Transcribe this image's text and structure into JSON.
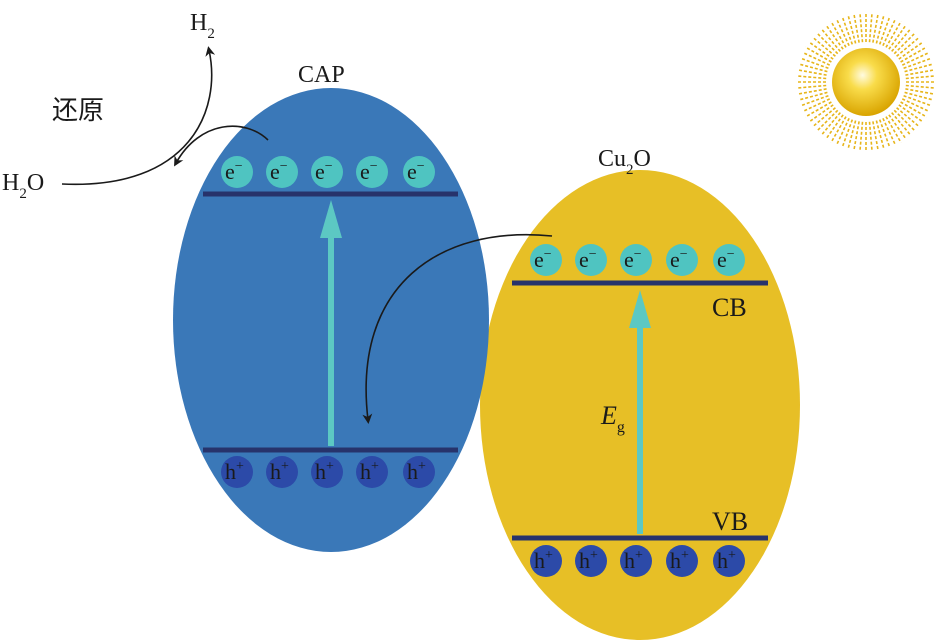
{
  "labels": {
    "h2_main": "H",
    "h2_sub": "2",
    "reduction": "还原",
    "h2o_h": "H",
    "h2o_sub": "2",
    "h2o_o": "O",
    "cap": "CAP",
    "cu2o_cu": "Cu",
    "cu2o_sub": "2",
    "cu2o_o": "O",
    "cb": "CB",
    "vb": "VB",
    "eg_main": "E",
    "eg_sub": "g"
  },
  "particles": {
    "electron": "e",
    "electron_sign": "−",
    "hole": "h",
    "hole_sign": "+"
  },
  "colors": {
    "cap_body": "#3a78b8",
    "cu2o_body": "#e7bf26",
    "band_line": "#27336b",
    "electron": "#4fc4c1",
    "hole": "#2c4aa8",
    "transfer_arrow": "#5cc8c3",
    "sun_core": "#f1c40f",
    "sun_rays": "#e7b51a"
  }
}
